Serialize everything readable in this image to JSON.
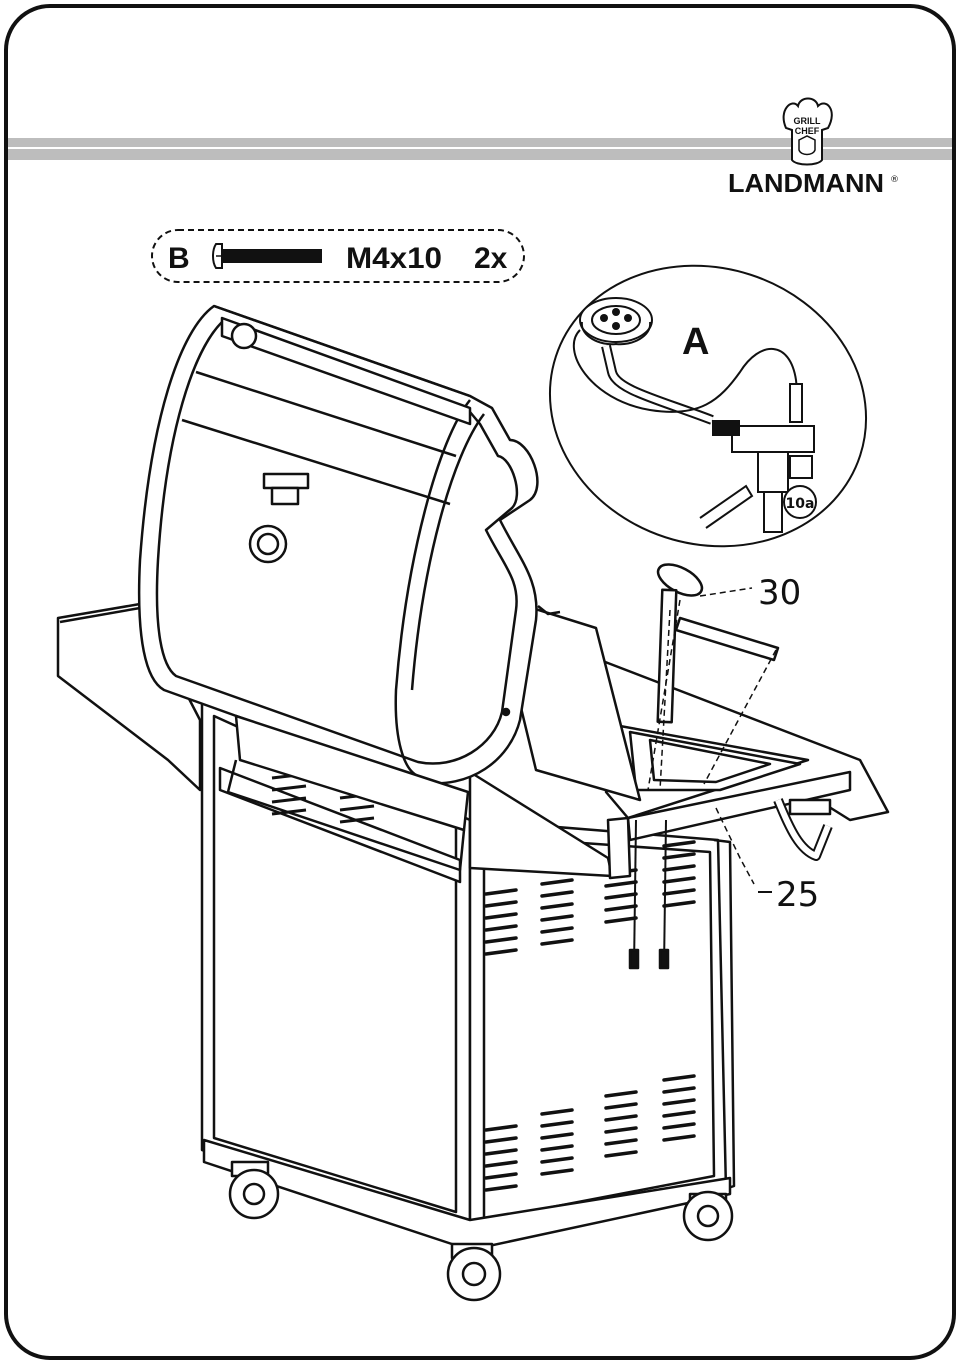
{
  "brand": {
    "name": "LANDMANN",
    "registered_mark": "®",
    "logo_line1": "GRILL",
    "logo_line2": "CHEF"
  },
  "hardware": {
    "letter": "B",
    "size": "M4x10",
    "quantity": "2x"
  },
  "detail": {
    "letter": "A",
    "sub_label": "10a"
  },
  "callouts": {
    "part_30": "30",
    "part_25": "25"
  },
  "colors": {
    "line": "#111111",
    "band": "#bdbdbd",
    "badge_fill": "#ffffff"
  }
}
